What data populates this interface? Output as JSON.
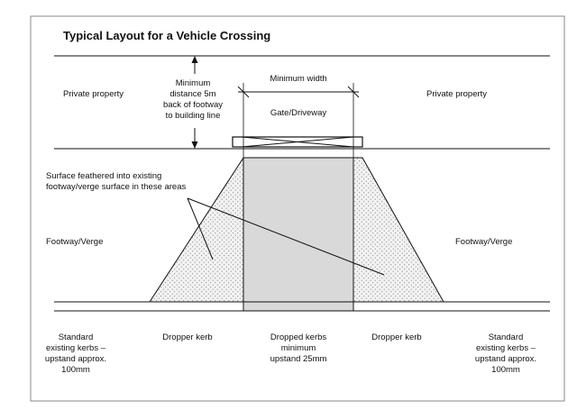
{
  "title": "Typical Layout for a Vehicle Crossing",
  "labels": {
    "private_left": "Private property",
    "private_right": "Private property",
    "min_distance": [
      "Minimum",
      "distance 5m",
      "back of footway",
      "to building line"
    ],
    "min_width": "Minimum width",
    "gate": "Gate/Driveway",
    "surface_note": [
      "Surface feathered into existing",
      "footway/verge surface in these areas"
    ],
    "footway_left": "Footway/Verge",
    "footway_right": "Footway/Verge",
    "standard_left": [
      "Standard",
      "existing kerbs –",
      "upstand approx.",
      "100mm"
    ],
    "dropper_left": "Dropper kerb",
    "dropped_center": [
      "Dropped kerbs",
      "minimum",
      "upstand 25mm"
    ],
    "dropper_right": "Dropper kerb",
    "standard_right": [
      "Standard",
      "existing kerbs –",
      "upstand approx.",
      "100mm"
    ]
  },
  "colors": {
    "driveway_fill": "#d9d9d9",
    "stipple_fill": "#efefef",
    "line": "#111111",
    "frame": "#888888"
  }
}
